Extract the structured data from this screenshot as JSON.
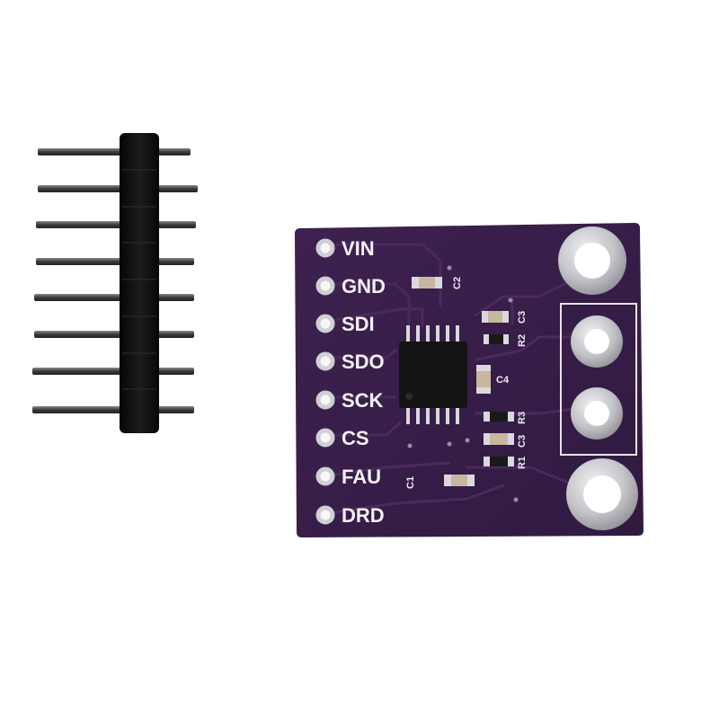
{
  "pin_labels": [
    "VIN",
    "GND",
    "SDI",
    "SDO",
    "SCK",
    "CS",
    "FAU",
    "DRD"
  ],
  "component_labels": {
    "c1": "C1",
    "c2": "C2",
    "c3_top": "C3",
    "c3_bottom": "C3",
    "c4": "C4",
    "r1": "R1",
    "r2": "R2",
    "r3": "R3"
  },
  "colors": {
    "background": "#ffffff",
    "pcb": "#3a1f4a",
    "silkscreen": "#f4f1f6",
    "header_plastic": "#111111",
    "header_pin": "#4a4a4a",
    "pad_metal": "#c9c9cf"
  }
}
